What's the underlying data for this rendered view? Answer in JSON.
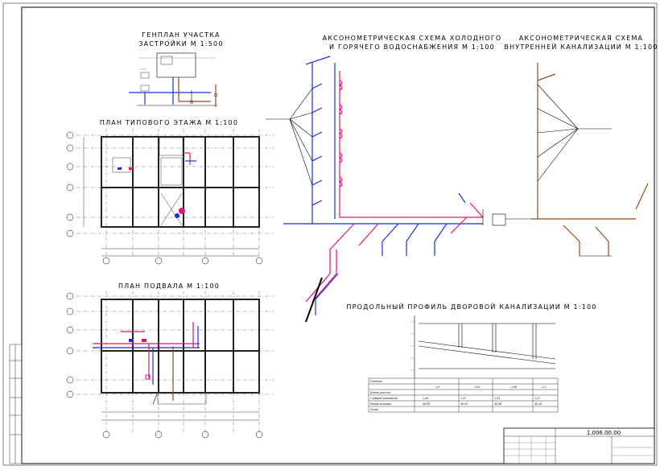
{
  "titles": {
    "genplan_line1": "ГЕНПЛАН УЧАСТКА",
    "genplan_line2": "ЗАСТРОЙКИ М 1:500",
    "typical_floor": "ПЛАН ТИПОВОГО ЭТАЖА М 1:100",
    "basement": "ПЛАН ПОДВАЛА М 1:100",
    "axo_water_line1": "АКСОНОМЕТРИЧЕСКАЯ СХЕМА ХОЛОДНОГО",
    "axo_water_line2": "И ГОРЯЧЕГО ВОДОСНАБЖЕНИЯ М 1:100",
    "axo_sewer_line1": "АКСОНОМЕТРИЧЕСКАЯ СХЕМА",
    "axo_sewer_line2": "ВНУТРЕННЕЙ КАНАЛИЗАЦИИ М 1:100",
    "profile": "ПРОДОЛЬНЫЙ ПРОФИЛЬ ДВОРОВОЙ КАНАЛИЗАЦИИ М 1:100"
  },
  "stamp": {
    "doc_code": "1.006.00.00"
  },
  "profile_table": {
    "row_labels": [
      "Отметки",
      "",
      "Длина участка",
      "Глубина заложения",
      "Номер колодца",
      "Уклон"
    ],
    "values_row2": [
      "-1,0",
      "-1,04",
      "-1,08",
      "-1,1"
    ],
    "values_row4": [
      "1,40",
      "1,47",
      "1,53",
      "1,57"
    ],
    "values_row5": [
      "40,00",
      "40,05",
      "40,06",
      "40,10"
    ]
  },
  "colors": {
    "cold_water": "#1b2fd6",
    "hot_water": "#e0127a",
    "sewer": "#9a4a12",
    "lines": "#222222"
  }
}
